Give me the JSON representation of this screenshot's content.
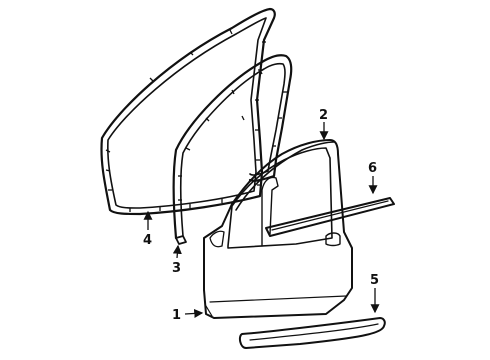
{
  "diagram": {
    "type": "exploded-parts-diagram",
    "callouts": [
      {
        "id": "1",
        "label": "1"
      },
      {
        "id": "2",
        "label": "2"
      },
      {
        "id": "3",
        "label": "3"
      },
      {
        "id": "4",
        "label": "4"
      },
      {
        "id": "5",
        "label": "5"
      },
      {
        "id": "6",
        "label": "6"
      }
    ]
  }
}
